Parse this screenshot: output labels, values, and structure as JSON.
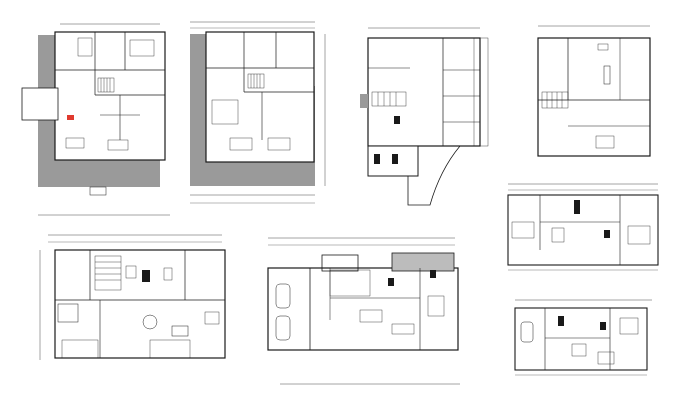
{
  "sheet": {
    "background": "#ffffff",
    "line_color": "#1a1a1a",
    "deck_color": "#8a8a8a",
    "accent_color": "#e03a2f"
  },
  "plans": [
    {
      "id": "plan-1",
      "kind": "house-with-wraparound-deck"
    },
    {
      "id": "plan-2",
      "kind": "house-with-deck"
    },
    {
      "id": "plan-3",
      "kind": "open-plan-with-stair"
    },
    {
      "id": "plan-4",
      "kind": "open-plan-with-stair"
    },
    {
      "id": "plan-5",
      "kind": "ground-floor-layout"
    },
    {
      "id": "plan-6",
      "kind": "garage-and-living-layout"
    },
    {
      "id": "plan-7",
      "kind": "compact-layout"
    },
    {
      "id": "plan-8",
      "kind": "compact-layout"
    }
  ],
  "icons": {
    "stair": "stair-icon",
    "car": "car-icon",
    "furniture": "furniture-icon"
  }
}
